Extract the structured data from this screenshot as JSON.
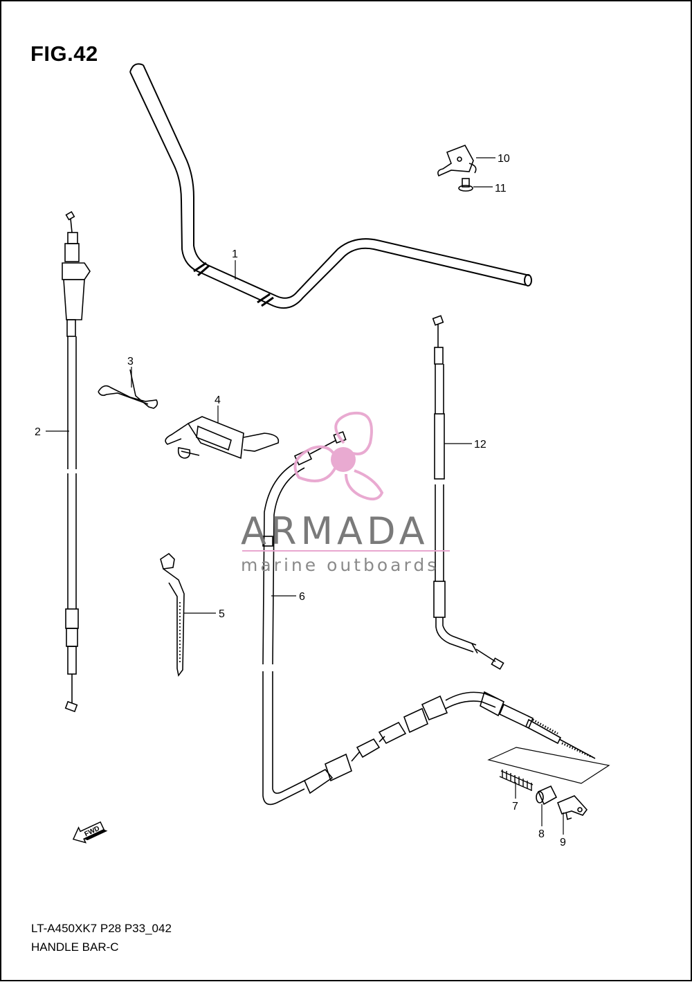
{
  "figure": {
    "title": "FIG.42",
    "model_code": "LT-A450XK7 P28 P33_042",
    "section_name": "HANDLE BAR-C"
  },
  "callouts": [
    "1",
    "2",
    "3",
    "4",
    "5",
    "6",
    "7",
    "8",
    "9",
    "10",
    "11",
    "12"
  ],
  "watermark": {
    "brand": "ARMADA",
    "tagline": "marine outboards",
    "accent_color": "#e8a6cf",
    "text_color": "#7a7a7a"
  },
  "direction_badge": "FWD",
  "colors": {
    "line": "#000000",
    "background": "#ffffff"
  }
}
